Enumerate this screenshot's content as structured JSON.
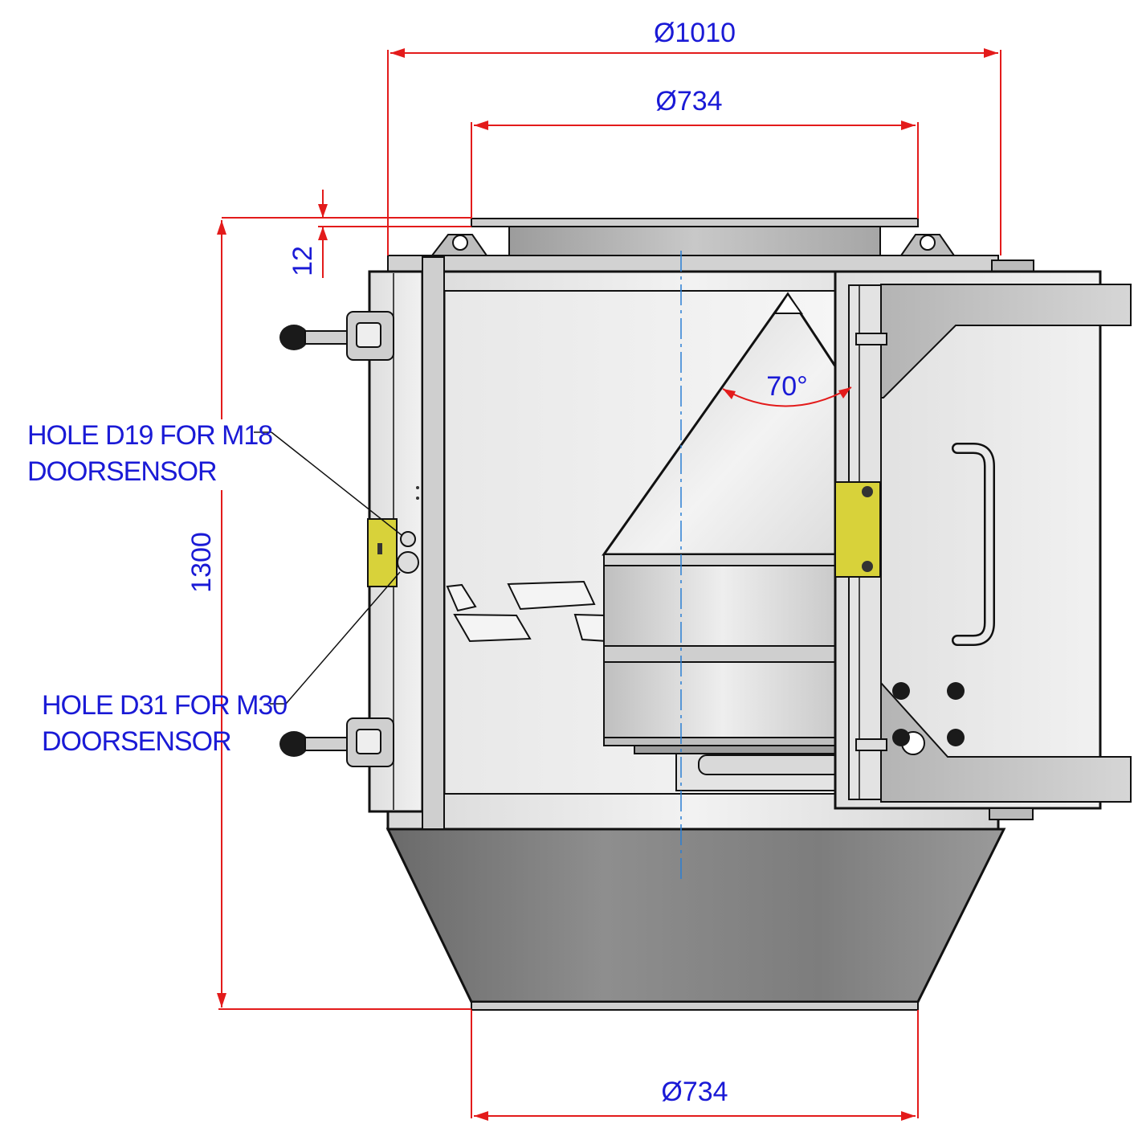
{
  "dimensions": {
    "top_outer_diameter": "Ø1010",
    "top_inner_diameter": "Ø734",
    "bottom_diameter": "Ø734",
    "flange_thickness": "12",
    "height": "1300",
    "cone_angle": "70°"
  },
  "notes": {
    "upper_line1": "HOLE D19 FOR M18",
    "upper_line2": "DOORSENSOR",
    "lower_line1": "HOLE D31 FOR M30",
    "lower_line2": "DOORSENSOR"
  },
  "colors": {
    "dimension_line": "#e31b1b",
    "dimension_text": "#1a1ad6",
    "centerline": "#2a7fd4",
    "sensor_bracket": "#d8d23a"
  }
}
